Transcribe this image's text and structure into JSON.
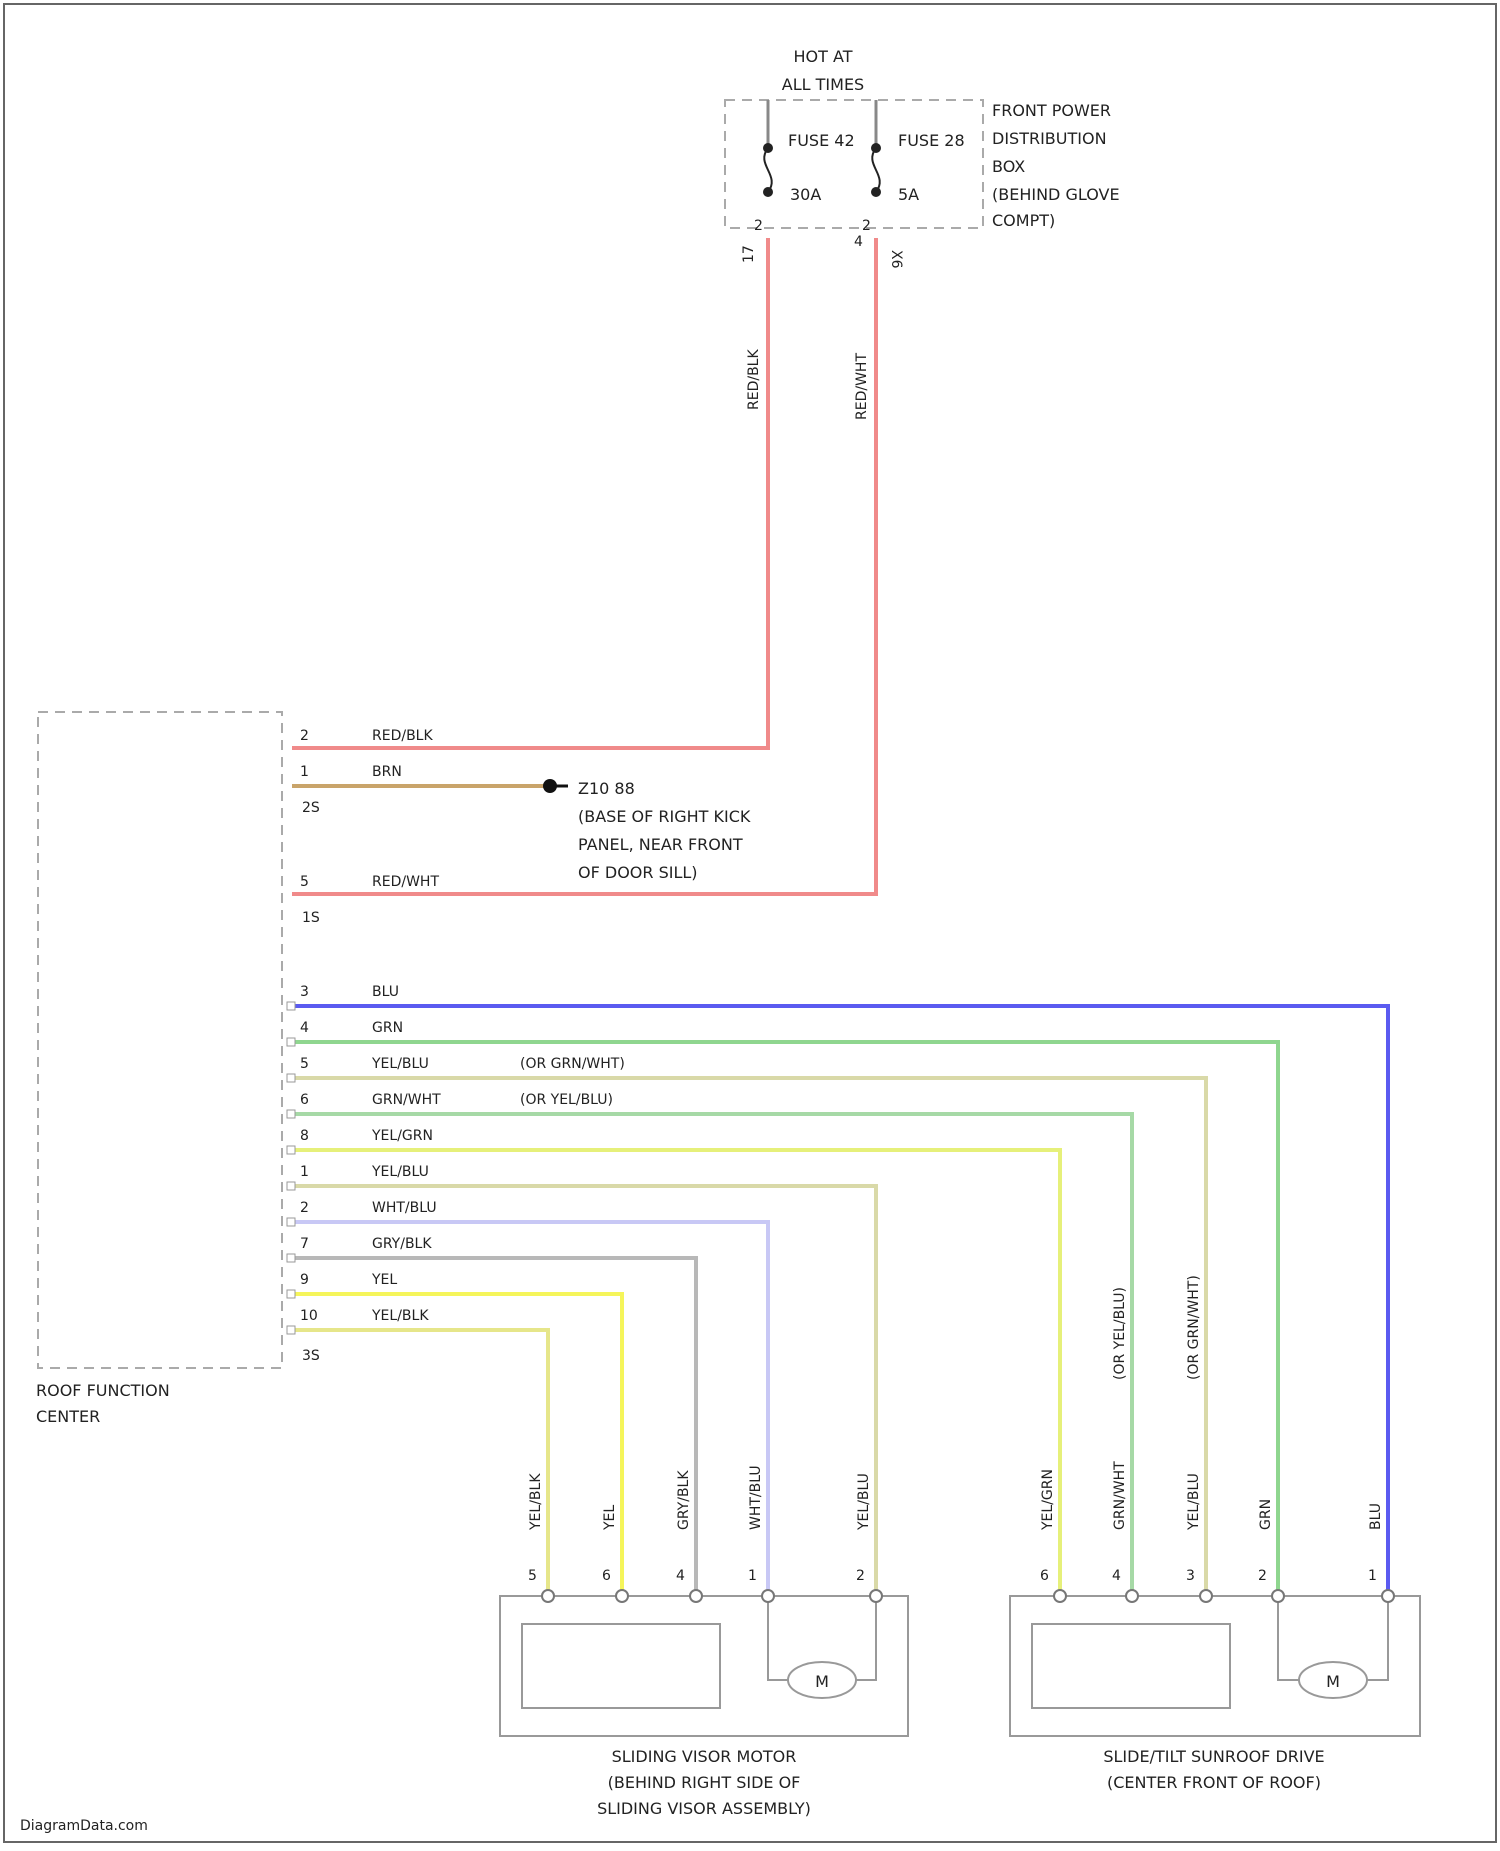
{
  "power": {
    "hot_l1": "HOT AT",
    "hot_l2": "ALL TIMES",
    "fuse_a": "FUSE 42",
    "fuse_b": "FUSE 28",
    "amp_a": "30A",
    "amp_b": "5A",
    "box_l1": "FRONT POWER",
    "box_l2": "DISTRIBUTION",
    "box_l3": "BOX",
    "box_l4": "(BEHIND GLOVE",
    "box_l5": "COMPT)",
    "pin_a_top": "2",
    "pin_a_bot": "17",
    "pin_b_top": "2",
    "pin_b_bot": "4",
    "conn_a": "",
    "conn_b": "X6",
    "wire_a": "RED/BLK",
    "wire_b": "RED/WHT"
  },
  "rfc": {
    "title_l1": "ROOF FUNCTION",
    "title_l2": "CENTER",
    "conn1": "2S",
    "conn2": "1S",
    "conn3": "3S",
    "top_pins": [
      {
        "pin": "2",
        "wire": "RED/BLK"
      },
      {
        "pin": "1",
        "wire": "BRN"
      },
      {
        "pin": "5",
        "wire": "RED/WHT"
      }
    ],
    "ground_l1": "Z10 88",
    "ground_l2": "(BASE OF RIGHT KICK",
    "ground_l3": "PANEL, NEAR FRONT",
    "ground_l4": "OF DOOR SILL)",
    "pins": [
      {
        "pin": "3",
        "wire": "BLU",
        "alt": ""
      },
      {
        "pin": "4",
        "wire": "GRN",
        "alt": ""
      },
      {
        "pin": "5",
        "wire": "YEL/BLU",
        "alt": "(OR GRN/WHT)"
      },
      {
        "pin": "6",
        "wire": "GRN/WHT",
        "alt": "(OR YEL/BLU)"
      },
      {
        "pin": "8",
        "wire": "YEL/GRN",
        "alt": ""
      },
      {
        "pin": "1",
        "wire": "YEL/BLU",
        "alt": ""
      },
      {
        "pin": "2",
        "wire": "WHT/BLU",
        "alt": ""
      },
      {
        "pin": "7",
        "wire": "GRY/BLK",
        "alt": ""
      },
      {
        "pin": "9",
        "wire": "YEL",
        "alt": ""
      },
      {
        "pin": "10",
        "wire": "YEL/BLK",
        "alt": ""
      }
    ]
  },
  "visor": {
    "title_l1": "SLIDING VISOR MOTOR",
    "title_l2": "(BEHIND RIGHT SIDE OF",
    "title_l3": "SLIDING VISOR ASSEMBLY)",
    "motor": "M",
    "wires": [
      {
        "label": "YEL/BLK",
        "pin": "5"
      },
      {
        "label": "YEL",
        "pin": "6"
      },
      {
        "label": "GRY/BLK",
        "pin": "4"
      },
      {
        "label": "WHT/BLU",
        "pin": "1"
      },
      {
        "label": "YEL/BLU",
        "pin": "2"
      }
    ]
  },
  "sunroof": {
    "title_l1": "SLIDE/TILT SUNROOF DRIVE",
    "title_l2": "(CENTER FRONT OF ROOF)",
    "motor": "M",
    "wires": [
      {
        "label": "YEL/GRN",
        "pin": "6",
        "alt": ""
      },
      {
        "label": "GRN/WHT",
        "pin": "4",
        "alt": "(OR YEL/BLU)"
      },
      {
        "label": "YEL/BLU",
        "pin": "3",
        "alt": "(OR GRN/WHT)"
      },
      {
        "label": "GRN",
        "pin": "2",
        "alt": ""
      },
      {
        "label": "BLU",
        "pin": "1",
        "alt": ""
      }
    ]
  },
  "footer": "DiagramData.com",
  "colors": {
    "red": "#f08a8a",
    "brown": "#c9a46a",
    "blue": "#5b5bf0",
    "green": "#8fd68f",
    "yel_blu": "#d9d9a8",
    "grn_wht": "#a6d9a6",
    "yel_grn": "#e6f07a",
    "yel": "#f5f55a",
    "wht_blu": "#c8c8f5",
    "gry_blk": "#b8b8b8",
    "yel_blk": "#e6e68a"
  }
}
